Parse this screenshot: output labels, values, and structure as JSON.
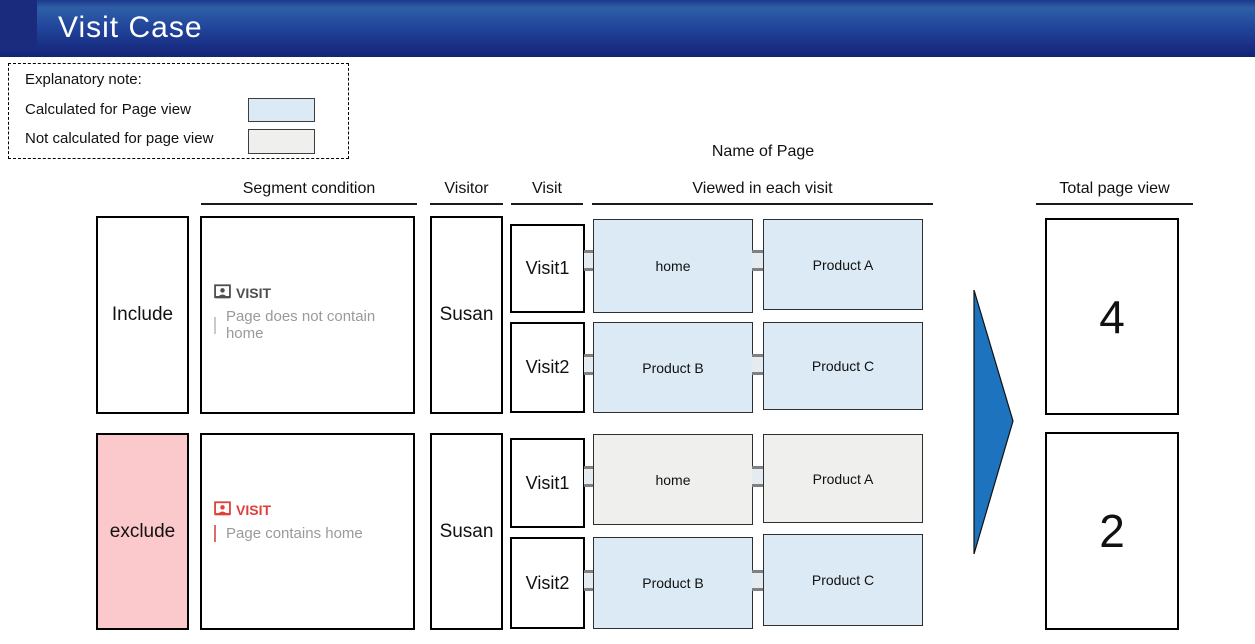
{
  "header": {
    "title": "Visit Case"
  },
  "legend": {
    "title": "Explanatory note:",
    "items": [
      {
        "label": "Calculated for Page view",
        "color": "#dbeaf4"
      },
      {
        "label": "Not calculated for page view",
        "color": "#efefee"
      }
    ]
  },
  "columns": {
    "name_of_page": "Name of Page",
    "segment_condition": "Segment condition",
    "visitor": "Visitor",
    "visit": "Visit",
    "viewed_in_each_visit": "Viewed in each visit",
    "total_page_view": "Total page view"
  },
  "rows": [
    {
      "mode": "Include",
      "segment": {
        "scope": "VISIT",
        "condition": "Page does not contain home"
      },
      "visitor": "Susan",
      "visits": [
        {
          "label": "Visit1",
          "pages": [
            {
              "name": "home",
              "counted": true
            },
            {
              "name": "Product A",
              "counted": true
            }
          ]
        },
        {
          "label": "Visit2",
          "pages": [
            {
              "name": "Product B",
              "counted": true
            },
            {
              "name": "Product C",
              "counted": true
            }
          ]
        }
      ],
      "total": "4"
    },
    {
      "mode": "exclude",
      "segment": {
        "scope": "VISIT",
        "condition": "Page contains home"
      },
      "visitor": "Susan",
      "visits": [
        {
          "label": "Visit1",
          "pages": [
            {
              "name": "home",
              "counted": false
            },
            {
              "name": "Product A",
              "counted": false
            }
          ]
        },
        {
          "label": "Visit2",
          "pages": [
            {
              "name": "Product B",
              "counted": true
            },
            {
              "name": "Product C",
              "counted": true
            }
          ]
        }
      ],
      "total": "2"
    }
  ],
  "icons": {
    "segment_scope": "visit-person-in-monitor-icon"
  },
  "colors": {
    "calc": "#dbeaf4",
    "nocalc": "#efefee",
    "excl": "#fbc9cc",
    "red": "#e0403c",
    "arrow": "#1e73be",
    "header_top": "#2e5fa6",
    "header_bottom": "#132376"
  }
}
